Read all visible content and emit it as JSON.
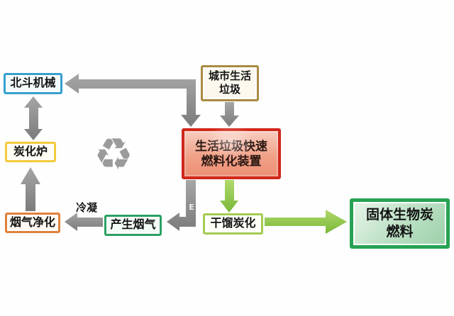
{
  "diagram": {
    "nodes": {
      "beidou_machinery": {
        "label": "北斗机械"
      },
      "carbonization_furnace": {
        "label": "炭化炉"
      },
      "flue_gas_purification": {
        "label": "烟气净化"
      },
      "municipal_waste": {
        "line1": "城市生活",
        "line2": "垃圾"
      },
      "rapid_fuel_device": {
        "line1": "生活垃圾快速",
        "line2": "燃料化装置"
      },
      "flue_gas_produced": {
        "label": "产生烟气"
      },
      "dry_distillation": {
        "label": "干馏炭化"
      },
      "solid_biochar_fuel": {
        "line1": "固体生物炭",
        "line2": "燃料"
      }
    },
    "edge_labels": {
      "condensation": "冷凝"
    },
    "icons": {
      "recycle_symbol": "♻"
    },
    "watermark": {
      "letter": "E"
    },
    "colors": {
      "beidou_border": "#35a0cf",
      "furnace_border": "#f2ca3c",
      "purification_border": "#e0813a",
      "waste_border": "#a98a41",
      "device_border": "#d1271b",
      "device_fill_top": "#f8cdbf",
      "device_fill_bottom": "#ec8f75",
      "flue_border": "#2aa164",
      "distillation_border": "#a4cb52",
      "biochar_border": "#28a254",
      "biochar_fill": "#9bd0a9",
      "arrow_gray": "#8a8a8a",
      "arrow_green": "#8cc63f"
    }
  }
}
